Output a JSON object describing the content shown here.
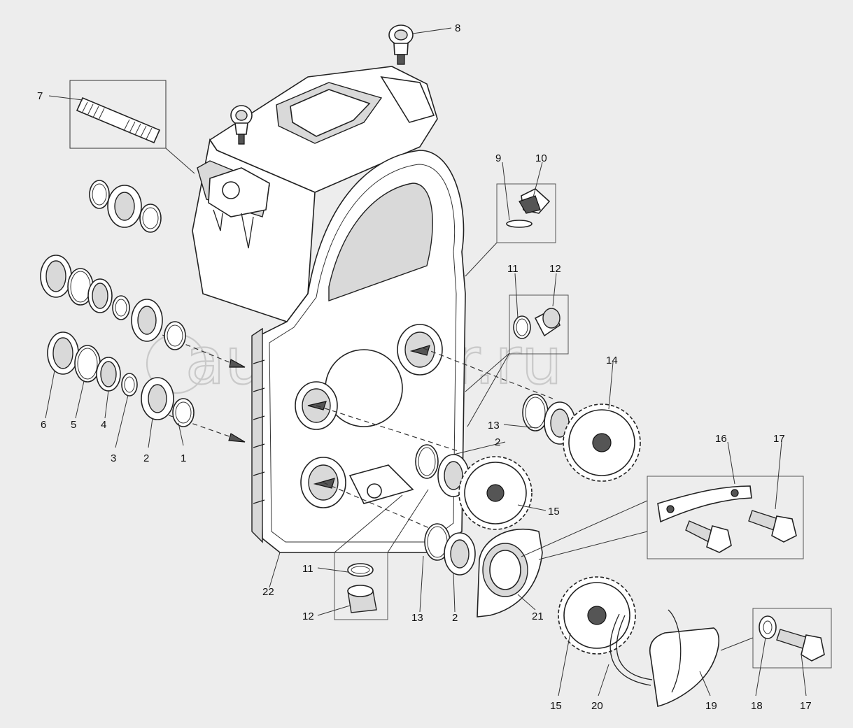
{
  "watermark": "autopiter.ru",
  "callouts": [
    {
      "id": "c1",
      "text": "1"
    },
    {
      "id": "c2a",
      "text": "2"
    },
    {
      "id": "c3",
      "text": "3"
    },
    {
      "id": "c4",
      "text": "4"
    },
    {
      "id": "c5",
      "text": "5"
    },
    {
      "id": "c6",
      "text": "6"
    },
    {
      "id": "c7",
      "text": "7"
    },
    {
      "id": "c8",
      "text": "8"
    },
    {
      "id": "c9",
      "text": "9"
    },
    {
      "id": "c10",
      "text": "10"
    },
    {
      "id": "c11a",
      "text": "11"
    },
    {
      "id": "c12a",
      "text": "12"
    },
    {
      "id": "c13a",
      "text": "13"
    },
    {
      "id": "c2b",
      "text": "2"
    },
    {
      "id": "c14",
      "text": "14"
    },
    {
      "id": "c15a",
      "text": "15"
    },
    {
      "id": "c16",
      "text": "16"
    },
    {
      "id": "c17a",
      "text": "17"
    },
    {
      "id": "c11b",
      "text": "11"
    },
    {
      "id": "c22",
      "text": "22"
    },
    {
      "id": "c12b",
      "text": "12"
    },
    {
      "id": "c13b",
      "text": "13"
    },
    {
      "id": "c2c",
      "text": "2"
    },
    {
      "id": "c21",
      "text": "21"
    },
    {
      "id": "c15b",
      "text": "15"
    },
    {
      "id": "c20",
      "text": "20"
    },
    {
      "id": "c19",
      "text": "19"
    },
    {
      "id": "c18",
      "text": "18"
    },
    {
      "id": "c17b",
      "text": "17"
    }
  ]
}
